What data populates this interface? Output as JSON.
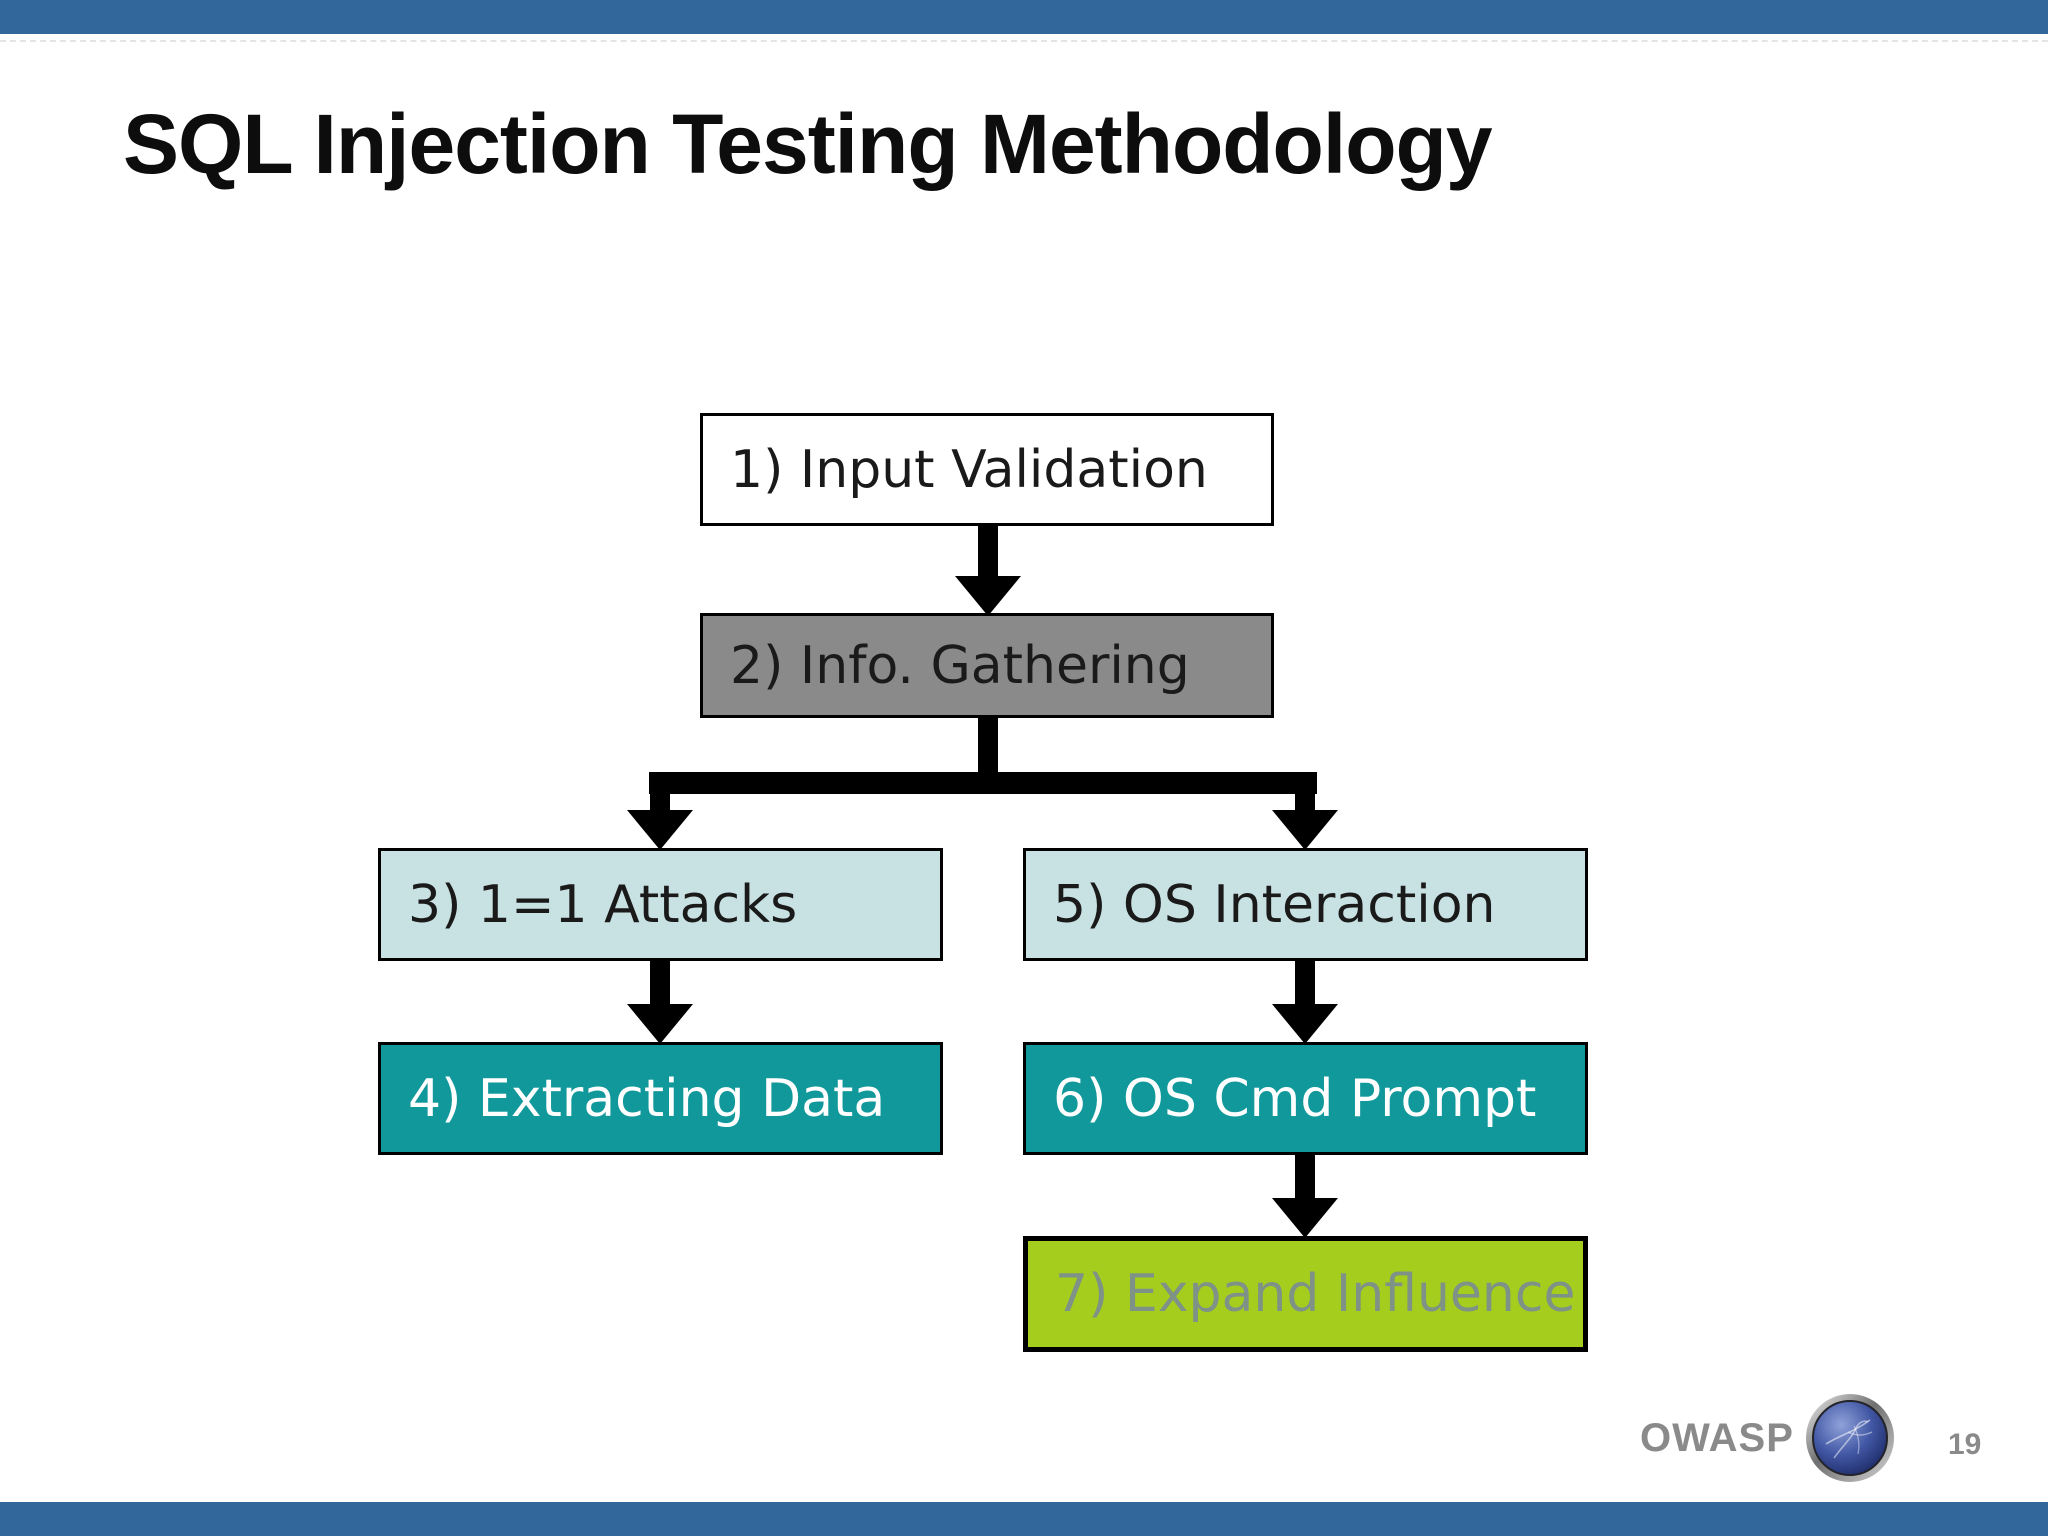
{
  "slide": {
    "title": "SQL Injection Testing Methodology",
    "footer": {
      "brand": "OWASP",
      "page_number": "19"
    },
    "colors": {
      "bar_blue": "#31679B",
      "node_white": "#FFFFFF",
      "node_gray": "#8A8A8A",
      "node_light_blue": "#C8E1E3",
      "node_teal": "#11989B",
      "node_green": "#A5CD1E",
      "node_green_text": "#7E9287",
      "arrow_black": "#000000",
      "footer_gray": "#8A8A8A"
    }
  },
  "flowchart": {
    "nodes": [
      {
        "id": "step1",
        "label": "1) Input Validation",
        "fill": "#FFFFFF",
        "text_color": "#1A1A1A"
      },
      {
        "id": "step2",
        "label": "2) Info. Gathering",
        "fill": "#8A8A8A",
        "text_color": "#1A1A1A"
      },
      {
        "id": "step3",
        "label": "3) 1=1 Attacks",
        "fill": "#C8E1E3",
        "text_color": "#1A1A1A"
      },
      {
        "id": "step4",
        "label": "4) Extracting Data",
        "fill": "#11989B",
        "text_color": "#FFFFFF"
      },
      {
        "id": "step5",
        "label": "5) OS Interaction",
        "fill": "#C8E1E3",
        "text_color": "#1A1A1A"
      },
      {
        "id": "step6",
        "label": "6) OS Cmd Prompt",
        "fill": "#11989B",
        "text_color": "#FFFFFF"
      },
      {
        "id": "step7",
        "label": "7) Expand Influence",
        "fill": "#A5CD1E",
        "text_color": "#7E9287"
      }
    ],
    "edges": [
      {
        "from": "step1",
        "to": "step2"
      },
      {
        "from": "step2",
        "to": "step3"
      },
      {
        "from": "step2",
        "to": "step5"
      },
      {
        "from": "step3",
        "to": "step4"
      },
      {
        "from": "step5",
        "to": "step6"
      },
      {
        "from": "step6",
        "to": "step7"
      }
    ]
  }
}
